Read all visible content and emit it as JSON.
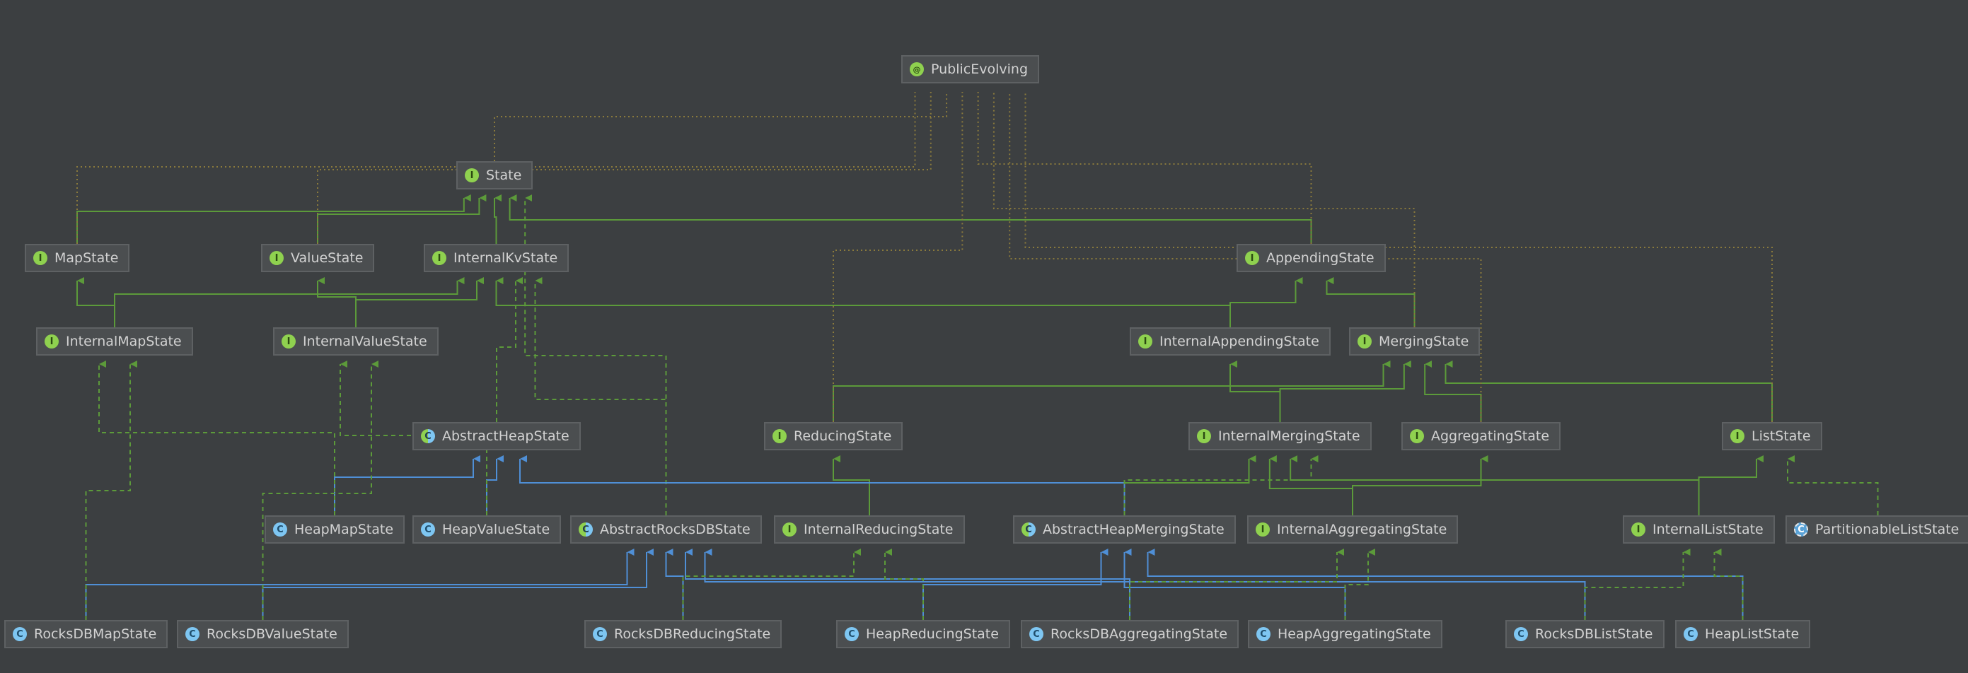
{
  "colors": {
    "background": "#3c3f41",
    "node_fill": "#4b4e50",
    "node_border": "#5e6163",
    "text": "#d2d2d2",
    "extends_interface": "#5c9a3a",
    "extends_class": "#4f8fd6",
    "annotation_edge": "#8a7a3c"
  },
  "badges": {
    "interface": "I",
    "class": "C",
    "abstract": "C",
    "annotation": "@",
    "partition": "C"
  },
  "nodes": [
    {
      "id": "PublicEvolving",
      "kind": "annotation"
    },
    {
      "id": "State",
      "kind": "interface"
    },
    {
      "id": "MapState",
      "kind": "interface"
    },
    {
      "id": "ValueState",
      "kind": "interface"
    },
    {
      "id": "InternalKvState",
      "kind": "interface"
    },
    {
      "id": "AppendingState",
      "kind": "interface"
    },
    {
      "id": "InternalMapState",
      "kind": "interface"
    },
    {
      "id": "InternalValueState",
      "kind": "interface"
    },
    {
      "id": "InternalAppendingState",
      "kind": "interface"
    },
    {
      "id": "MergingState",
      "kind": "interface"
    },
    {
      "id": "AbstractHeapState",
      "kind": "abstract"
    },
    {
      "id": "ReducingState",
      "kind": "interface"
    },
    {
      "id": "InternalMergingState",
      "kind": "interface"
    },
    {
      "id": "AggregatingState",
      "kind": "interface"
    },
    {
      "id": "ListState",
      "kind": "interface"
    },
    {
      "id": "HeapMapState",
      "kind": "class"
    },
    {
      "id": "HeapValueState",
      "kind": "class"
    },
    {
      "id": "AbstractRocksDBState",
      "kind": "abstract"
    },
    {
      "id": "InternalReducingState",
      "kind": "interface"
    },
    {
      "id": "AbstractHeapMergingState",
      "kind": "abstract"
    },
    {
      "id": "InternalAggregatingState",
      "kind": "interface"
    },
    {
      "id": "InternalListState",
      "kind": "interface"
    },
    {
      "id": "PartitionableListState",
      "kind": "partition"
    },
    {
      "id": "RocksDBMapState",
      "kind": "class"
    },
    {
      "id": "RocksDBValueState",
      "kind": "class"
    },
    {
      "id": "RocksDBReducingState",
      "kind": "class"
    },
    {
      "id": "HeapReducingState",
      "kind": "class"
    },
    {
      "id": "RocksDBAggregatingState",
      "kind": "class"
    },
    {
      "id": "HeapAggregatingState",
      "kind": "class"
    },
    {
      "id": "RocksDBListState",
      "kind": "class"
    },
    {
      "id": "HeapListState",
      "kind": "class"
    }
  ],
  "edges": [
    {
      "from": "MapState",
      "to": "State",
      "type": "extends_interface"
    },
    {
      "from": "ValueState",
      "to": "State",
      "type": "extends_interface"
    },
    {
      "from": "InternalKvState",
      "to": "State",
      "type": "extends_interface"
    },
    {
      "from": "AppendingState",
      "to": "State",
      "type": "extends_interface"
    },
    {
      "from": "InternalMapState",
      "to": "MapState",
      "type": "extends_interface"
    },
    {
      "from": "InternalMapState",
      "to": "InternalKvState",
      "type": "extends_interface"
    },
    {
      "from": "InternalValueState",
      "to": "ValueState",
      "type": "extends_interface"
    },
    {
      "from": "InternalValueState",
      "to": "InternalKvState",
      "type": "extends_interface"
    },
    {
      "from": "InternalAppendingState",
      "to": "AppendingState",
      "type": "extends_interface"
    },
    {
      "from": "InternalAppendingState",
      "to": "InternalKvState",
      "type": "extends_interface"
    },
    {
      "from": "MergingState",
      "to": "AppendingState",
      "type": "extends_interface"
    },
    {
      "from": "ReducingState",
      "to": "MergingState",
      "type": "extends_interface"
    },
    {
      "from": "InternalMergingState",
      "to": "MergingState",
      "type": "extends_interface"
    },
    {
      "from": "InternalMergingState",
      "to": "InternalAppendingState",
      "type": "extends_interface"
    },
    {
      "from": "AggregatingState",
      "to": "MergingState",
      "type": "extends_interface"
    },
    {
      "from": "ListState",
      "to": "MergingState",
      "type": "extends_interface"
    },
    {
      "from": "InternalReducingState",
      "to": "ReducingState",
      "type": "extends_interface"
    },
    {
      "from": "InternalReducingState",
      "to": "InternalMergingState",
      "type": "extends_interface"
    },
    {
      "from": "InternalAggregatingState",
      "to": "AggregatingState",
      "type": "extends_interface"
    },
    {
      "from": "InternalAggregatingState",
      "to": "InternalMergingState",
      "type": "extends_interface"
    },
    {
      "from": "InternalListState",
      "to": "ListState",
      "type": "extends_interface"
    },
    {
      "from": "InternalListState",
      "to": "InternalMergingState",
      "type": "extends_interface"
    },
    {
      "from": "AbstractHeapState",
      "to": "InternalKvState",
      "type": "implements"
    },
    {
      "from": "AbstractRocksDBState",
      "to": "State",
      "type": "implements"
    },
    {
      "from": "AbstractRocksDBState",
      "to": "InternalKvState",
      "type": "implements"
    },
    {
      "from": "HeapMapState",
      "to": "AbstractHeapState",
      "type": "extends_class"
    },
    {
      "from": "HeapValueState",
      "to": "AbstractHeapState",
      "type": "extends_class"
    },
    {
      "from": "AbstractHeapMergingState",
      "to": "AbstractHeapState",
      "type": "extends_class"
    },
    {
      "from": "RocksDBMapState",
      "to": "AbstractRocksDBState",
      "type": "extends_class"
    },
    {
      "from": "RocksDBValueState",
      "to": "AbstractRocksDBState",
      "type": "extends_class"
    },
    {
      "from": "RocksDBReducingState",
      "to": "AbstractRocksDBState",
      "type": "extends_class"
    },
    {
      "from": "RocksDBAggregatingState",
      "to": "AbstractRocksDBState",
      "type": "extends_class"
    },
    {
      "from": "RocksDBListState",
      "to": "AbstractRocksDBState",
      "type": "extends_class"
    },
    {
      "from": "HeapReducingState",
      "to": "AbstractHeapMergingState",
      "type": "extends_class"
    },
    {
      "from": "HeapAggregatingState",
      "to": "AbstractHeapMergingState",
      "type": "extends_class"
    },
    {
      "from": "HeapListState",
      "to": "AbstractHeapMergingState",
      "type": "extends_class"
    },
    {
      "from": "HeapMapState",
      "to": "InternalMapState",
      "type": "implements"
    },
    {
      "from": "HeapValueState",
      "to": "InternalValueState",
      "type": "implements"
    },
    {
      "from": "RocksDBMapState",
      "to": "InternalMapState",
      "type": "implements"
    },
    {
      "from": "RocksDBValueState",
      "to": "InternalValueState",
      "type": "implements"
    },
    {
      "from": "RocksDBReducingState",
      "to": "InternalReducingState",
      "type": "implements"
    },
    {
      "from": "HeapReducingState",
      "to": "InternalReducingState",
      "type": "implements"
    },
    {
      "from": "RocksDBAggregatingState",
      "to": "InternalAggregatingState",
      "type": "implements"
    },
    {
      "from": "HeapAggregatingState",
      "to": "InternalAggregatingState",
      "type": "implements"
    },
    {
      "from": "RocksDBListState",
      "to": "InternalListState",
      "type": "implements"
    },
    {
      "from": "HeapListState",
      "to": "InternalListState",
      "type": "implements"
    },
    {
      "from": "AbstractHeapMergingState",
      "to": "InternalMergingState",
      "type": "implements"
    },
    {
      "from": "PartitionableListState",
      "to": "ListState",
      "type": "implements"
    },
    {
      "from": "MapState",
      "to": "PublicEvolving",
      "type": "annotated"
    },
    {
      "from": "ValueState",
      "to": "PublicEvolving",
      "type": "annotated"
    },
    {
      "from": "State",
      "to": "PublicEvolving",
      "type": "annotated"
    },
    {
      "from": "ReducingState",
      "to": "PublicEvolving",
      "type": "annotated"
    },
    {
      "from": "AppendingState",
      "to": "PublicEvolving",
      "type": "annotated"
    },
    {
      "from": "MergingState",
      "to": "PublicEvolving",
      "type": "annotated"
    },
    {
      "from": "AggregatingState",
      "to": "PublicEvolving",
      "type": "annotated"
    },
    {
      "from": "ListState",
      "to": "PublicEvolving",
      "type": "annotated"
    }
  ]
}
